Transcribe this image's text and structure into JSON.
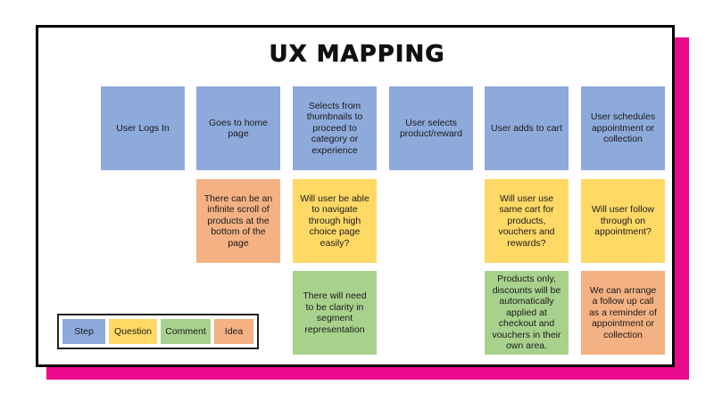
{
  "title": "UX MAPPING",
  "colors": {
    "step": "#8eaadb",
    "question": "#ffd966",
    "comment": "#a9d18e",
    "idea": "#f4b183",
    "accent_shadow": "#ea0a8c"
  },
  "steps": [
    "User Logs In",
    "Goes to home page",
    "Selects from thumbnails to proceed to category or experience",
    "User selects product/reward",
    "User adds to cart",
    "User schedules appointment or collection"
  ],
  "notes": [
    {
      "type": "idea",
      "text": "There can be an infinite scroll of products at the bottom of the page"
    },
    {
      "type": "question",
      "text": "Will user be able to navigate through high choice page easily?"
    },
    {
      "type": "question",
      "text": "Will user use same cart for products, vouchers and rewards?"
    },
    {
      "type": "question",
      "text": "Will user follow through on appointment?"
    },
    {
      "type": "comment",
      "text": "There will need to be clarity in segment representation"
    },
    {
      "type": "comment",
      "text": "Products only, discounts will be automatically applied at checkout and vouchers in their own area."
    },
    {
      "type": "idea",
      "text": "We can arrange a follow up call as a reminder of appointment or collection"
    }
  ],
  "legend": [
    "Step",
    "Question",
    "Comment",
    "Idea"
  ]
}
